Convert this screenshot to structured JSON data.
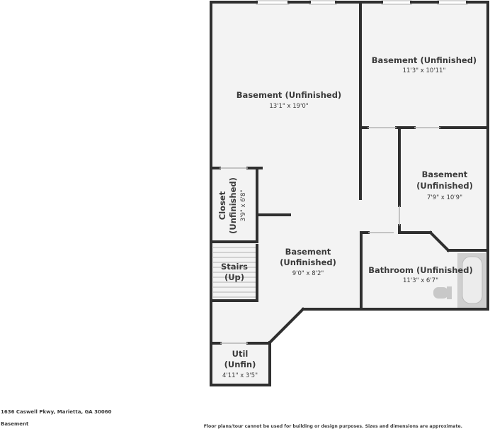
{
  "rooms": {
    "basement_main": {
      "name": "Basement (Unfinished)",
      "dims": "13'1\" x 19'0\""
    },
    "basement_ne": {
      "name": "Basement (Unfinished)",
      "dims": "11'3\" x 10'11\""
    },
    "basement_east": {
      "name_line1": "Basement",
      "name_line2": "(Unfinished)",
      "dims": "7'9\" x 10'9\""
    },
    "closet": {
      "name_line1": "Closet",
      "name_line2": "(Unfinished)",
      "dims": "3'9\" x 6'8\""
    },
    "stairs": {
      "name_line1": "Stairs",
      "name_line2": "(Up)"
    },
    "basement_center": {
      "name_line1": "Basement",
      "name_line2": "(Unfinished)",
      "dims": "9'0\" x 8'2\""
    },
    "bathroom": {
      "name": "Bathroom (Unfinished)",
      "dims": "11'3\" x 6'7\""
    },
    "util": {
      "name_line1": "Util",
      "name_line2": "(Unfin)",
      "dims": "4'11\" x 3'5\""
    }
  },
  "footer": {
    "address": "1636 Caswell Pkwy, Marietta, GA 30060",
    "floor": "Basement",
    "disclaimer": "Floor plans/tour cannot be used for building or design purposes. Sizes and dimensions are approximate."
  },
  "colors": {
    "floor": "#f3f3f3",
    "wall": "#2f2f2f",
    "fixture": "#c8c8c8",
    "text": "#3a3a3a"
  }
}
